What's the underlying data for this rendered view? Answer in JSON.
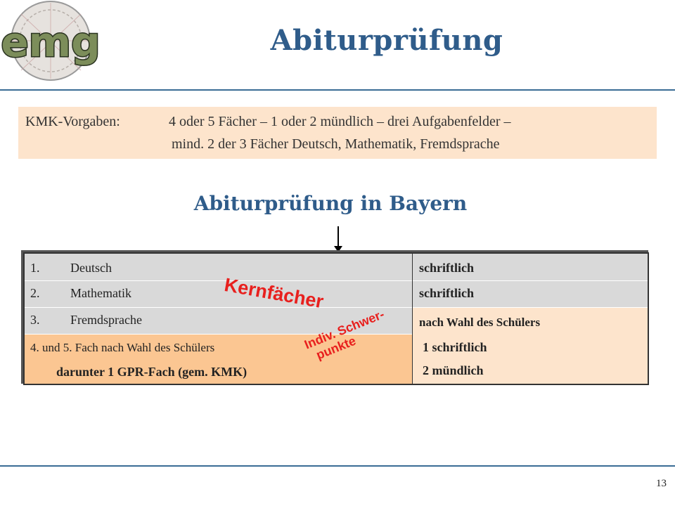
{
  "header": {
    "logo_text": "emg",
    "title": "Abiturprüfung"
  },
  "kmk": {
    "label": "KMK-Vorgaben:",
    "line1": "4 oder 5 Fächer – 1 oder 2 mündlich – drei Aufgabenfelder –",
    "line2": "mind. 2 der 3 Fächer Deutsch, Mathematik, Fremdsprache"
  },
  "subtitle": "Abiturprüfung  in Bayern",
  "table": {
    "rows": [
      {
        "num": "1.",
        "subject": "Deutsch",
        "mode": "schriftlich"
      },
      {
        "num": "2.",
        "subject": "Mathematik",
        "mode": "schriftlich"
      },
      {
        "num": "3.",
        "subject": "Fremdsprache"
      }
    ],
    "row4_line1": "4. und 5. Fach nach Wahl des Schülers",
    "row4_line2": "darunter 1 GPR-Fach (gem. KMK)",
    "right_block": {
      "line1": "nach Wahl des Schülers",
      "line2": "1  schriftlich",
      "line3": "2 mündlich"
    }
  },
  "annotations": {
    "kernfaecher": "Kernfächer",
    "indiv_line1": "Indiv. Schwer-",
    "indiv_line2": "punkte",
    "color": "#e8201e"
  },
  "colors": {
    "accent": "#2f5c8a",
    "peach": "#fde4cc",
    "orange": "#fbc692",
    "grey": "#d9d9d9"
  },
  "page_number": "13"
}
